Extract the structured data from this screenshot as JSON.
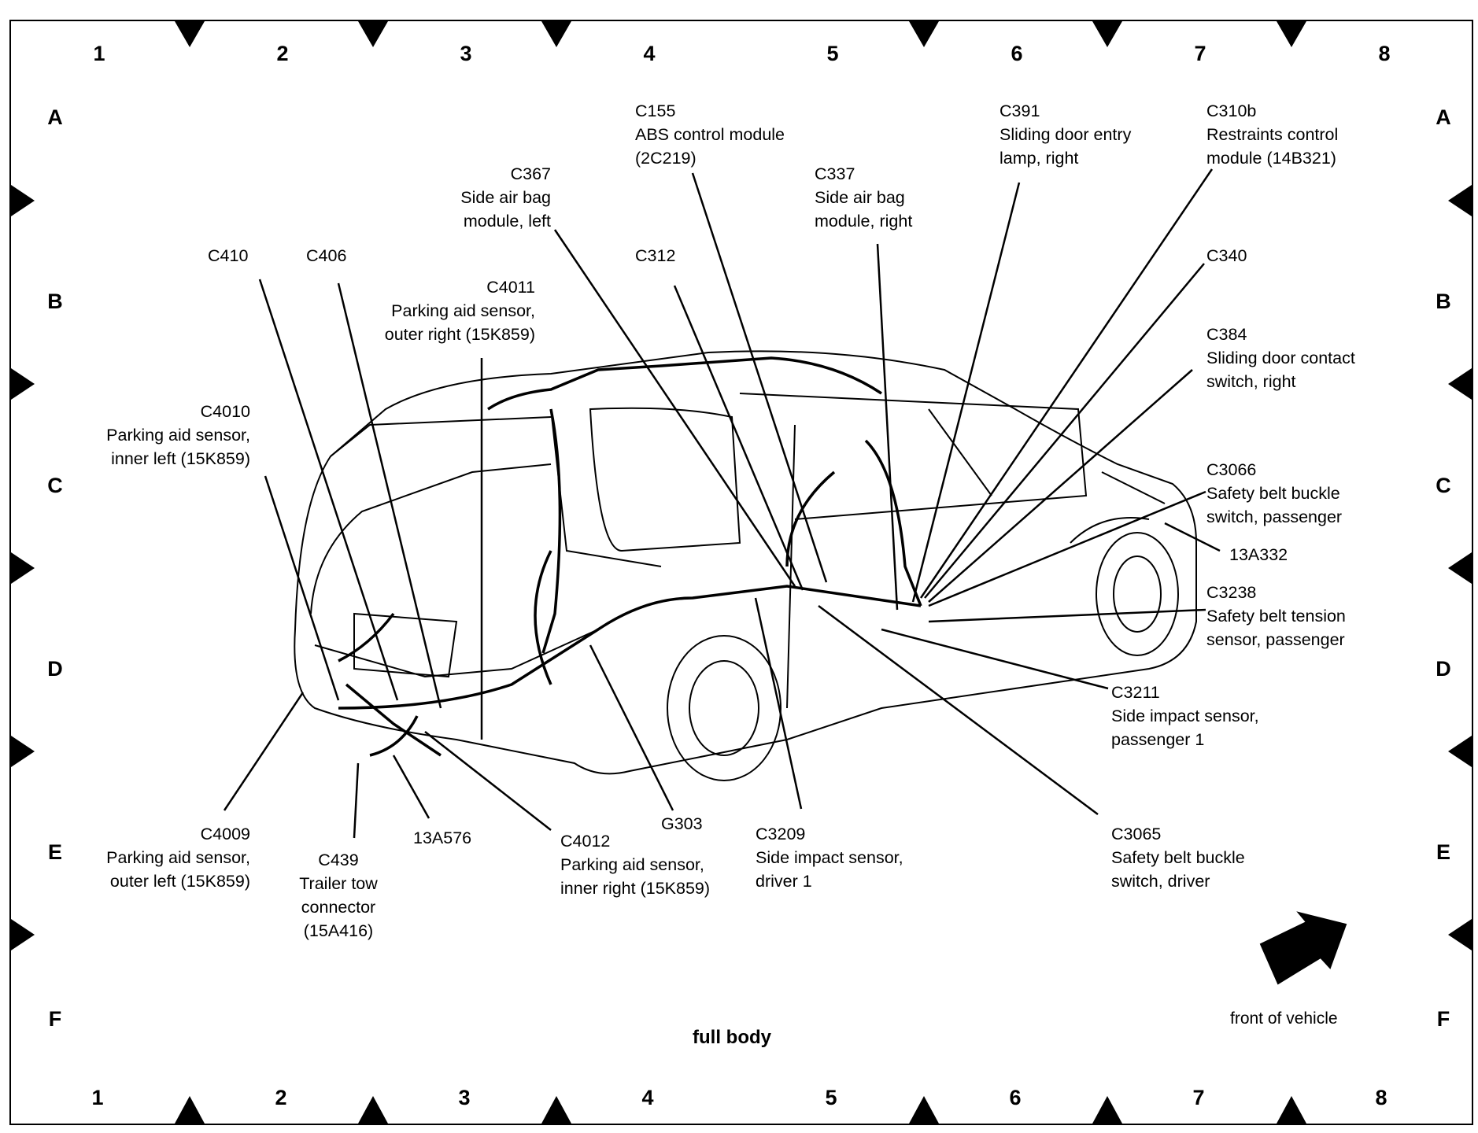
{
  "grid": {
    "columns": [
      "1",
      "2",
      "3",
      "4",
      "5",
      "6",
      "7",
      "8"
    ],
    "rows": [
      "A",
      "B",
      "C",
      "D",
      "E",
      "F"
    ]
  },
  "caption": "full body",
  "front_label": "front of vehicle",
  "labels": {
    "c155": [
      "C155",
      "ABS control module",
      "(2C219)"
    ],
    "c391": [
      "C391",
      "Sliding door entry",
      "lamp, right"
    ],
    "c310b": [
      "C310b",
      "Restraints control",
      "module (14B321)"
    ],
    "c367": [
      "C367",
      "Side air bag",
      "module, left"
    ],
    "c337": [
      "C337",
      "Side air bag",
      "module, right"
    ],
    "c410": [
      "C410"
    ],
    "c406": [
      "C406"
    ],
    "c312": [
      "C312"
    ],
    "c340": [
      "C340"
    ],
    "c4011": [
      "C4011",
      "Parking aid sensor,",
      "outer right (15K859)"
    ],
    "c384": [
      "C384",
      "Sliding door contact",
      "switch, right"
    ],
    "c4010": [
      "C4010",
      "Parking aid sensor,",
      "inner left (15K859)"
    ],
    "c3066": [
      "C3066",
      "Safety belt buckle",
      "switch, passenger"
    ],
    "a13a332": [
      "13A332"
    ],
    "c3238": [
      "C3238",
      "Safety belt tension",
      "sensor, passenger"
    ],
    "c3211": [
      "C3211",
      "Side impact sensor,",
      "passenger 1"
    ],
    "g303": [
      "G303"
    ],
    "c4009": [
      "C4009",
      "Parking aid sensor,",
      "outer left (15K859)"
    ],
    "a13a576": [
      "13A576"
    ],
    "c439": [
      "C439",
      "Trailer tow",
      "connector",
      "(15A416)"
    ],
    "c4012": [
      "C4012",
      "Parking aid sensor,",
      "inner right (15K859)"
    ],
    "c3209": [
      "C3209",
      "Side impact sensor,",
      "driver 1"
    ],
    "c3065": [
      "C3065",
      "Safety belt buckle",
      "switch, driver"
    ]
  }
}
